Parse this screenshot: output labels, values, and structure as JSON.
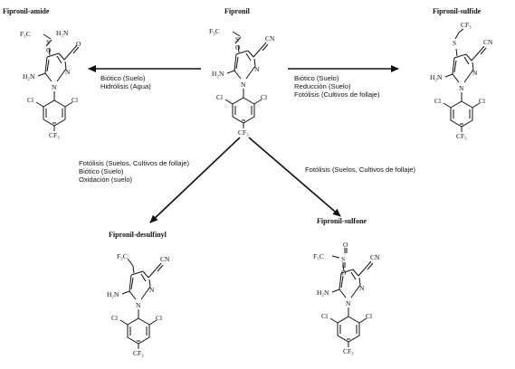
{
  "compounds": {
    "fipronil": {
      "name": "Fipronil",
      "sub_group": "S",
      "sub_o": "O",
      "sub_cf3": "F₃C"
    },
    "amide": {
      "name": "Fipronil-amide",
      "sub_group": "S",
      "sub_o": "O",
      "sub_cf3": "F₃C",
      "amide_o": "O",
      "amide_h2n": "H₂N"
    },
    "sulfide": {
      "name": "Fipronil-sulfide",
      "sub_group": "S",
      "sub_cf3": "CF₃"
    },
    "desulfinyl": {
      "name": "Fipronil-desulfinyl",
      "sub_cf3": "F₃C"
    },
    "sulfone": {
      "name": "Fipronil-sulfone",
      "sub_group": "S",
      "sub_o1": "O",
      "sub_o2": "O",
      "sub_cf3": "F₃C"
    }
  },
  "atoms": {
    "cn": "CN",
    "nh2": "H₂N",
    "n": "N",
    "cl": "Cl",
    "cf3": "CF₃"
  },
  "pathways": {
    "to_amide": [
      "Biótico (Suelo)",
      "Hidrólisis (Agua)"
    ],
    "to_sulfide": [
      "Biótico (Suelo)",
      "Reducción (Suelo)",
      "Fotólisis (Cultivos de follaje)"
    ],
    "to_desulfinyl": [
      "Fotólisis (Suelos, Cultivos de follaje)",
      "Biótico (Suelo)",
      "Oxidación (suelo)"
    ],
    "to_sulfone": [
      "Fotólisis (Suelos, Cultivos de follaje)"
    ]
  }
}
